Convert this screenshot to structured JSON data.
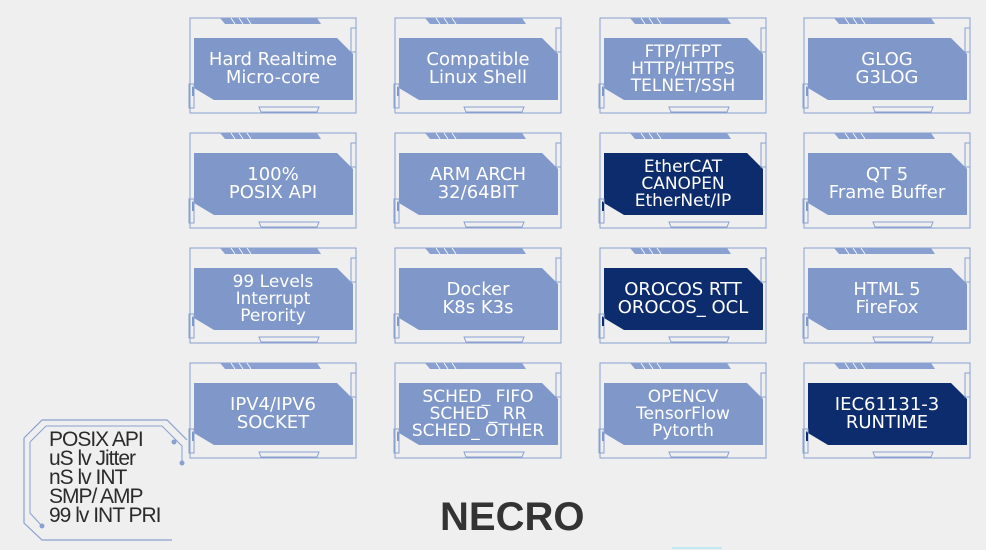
{
  "colors": {
    "light_card": "#7f97c9",
    "dark_card": "#0d2c6e",
    "frame_line": "#8aa0d0",
    "background": "#efefef",
    "title_text": "#333333"
  },
  "cards": [
    {
      "lines": [
        "Hard Realtime",
        "Micro-core"
      ],
      "style": "light"
    },
    {
      "lines": [
        "Compatible",
        "Linux Shell"
      ],
      "style": "light"
    },
    {
      "lines": [
        "FTP/TFPT",
        "HTTP/HTTPS",
        "TELNET/SSH"
      ],
      "style": "light"
    },
    {
      "lines": [
        "GLOG",
        "G3LOG"
      ],
      "style": "light"
    },
    {
      "lines": [
        "100%",
        "POSIX  API"
      ],
      "style": "light"
    },
    {
      "lines": [
        "ARM ARCH",
        "32/64BIT"
      ],
      "style": "light"
    },
    {
      "lines": [
        "EtherCAT",
        "CANOPEN",
        "EtherNet/IP"
      ],
      "style": "dark"
    },
    {
      "lines": [
        "QT 5",
        "Frame Buffer"
      ],
      "style": "light"
    },
    {
      "lines": [
        "99 Levels",
        "Interrupt",
        "Perority"
      ],
      "style": "light"
    },
    {
      "lines": [
        "Docker",
        "K8s K3s"
      ],
      "style": "light"
    },
    {
      "lines": [
        "OROCOS RTT",
        "OROCOS_ OCL"
      ],
      "style": "dark"
    },
    {
      "lines": [
        "HTML 5",
        "FireFox"
      ],
      "style": "light"
    },
    {
      "lines": [
        "IPV4/IPV6",
        "SOCKET"
      ],
      "style": "light"
    },
    {
      "lines": [
        "SCHED_ FIFO",
        "SCHED_ RR",
        "SCHED_ OTHER"
      ],
      "style": "light"
    },
    {
      "lines": [
        "OPENCV",
        "TensorFlow",
        "Pytorth"
      ],
      "style": "light"
    },
    {
      "lines": [
        "IEC61131-3",
        "RUNTIME"
      ],
      "style": "dark"
    }
  ],
  "side_panel": {
    "lines": [
      "POSIX API",
      "uS lv Jitter",
      "nS lv INT",
      "SMP/ AMP",
      "99 lv INT PRI"
    ]
  },
  "title": "NECRO"
}
